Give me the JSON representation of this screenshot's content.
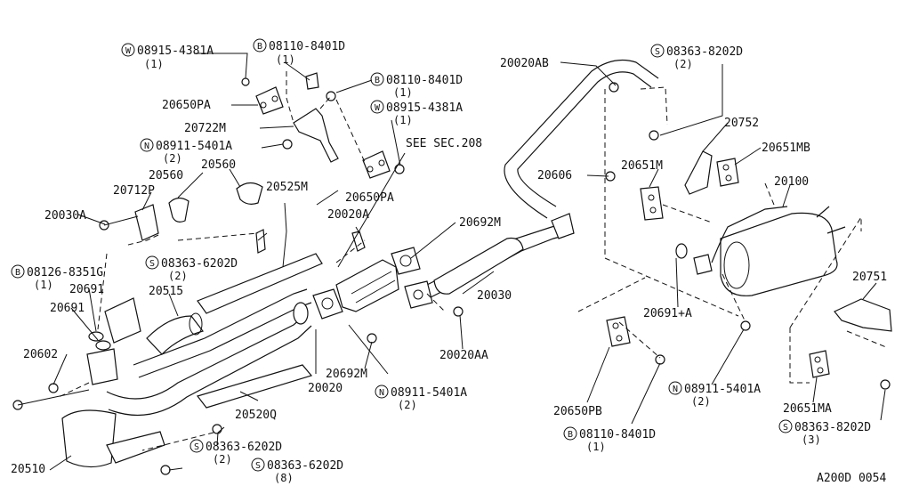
{
  "labels": {
    "l01": {
      "prefix": "W",
      "text": "08915-4381A",
      "qty": "(1)"
    },
    "l02": {
      "prefix": "B",
      "text": "08110-8401D",
      "qty": "(1)"
    },
    "l03": {
      "prefix": "B",
      "text": "08110-8401D",
      "qty": "(1)"
    },
    "l04": {
      "prefix": "W",
      "text": "08915-4381A",
      "qty": "(1)"
    },
    "l05": {
      "prefix": "N",
      "text": "08911-5401A",
      "qty": "(2)"
    },
    "l06": {
      "prefix": "S",
      "text": "08363-6202D",
      "qty": "(2)"
    },
    "l07": {
      "prefix": "B",
      "text": "08126-8351G",
      "qty": "(1)"
    },
    "l08": {
      "prefix": "S",
      "text": "08363-6202D",
      "qty": "(2)"
    },
    "l09": {
      "prefix": "S",
      "text": "08363-6202D",
      "qty": "(8)"
    },
    "l10": {
      "prefix": "N",
      "text": "08911-5401A",
      "qty": "(2)"
    },
    "l11": {
      "prefix": "S",
      "text": "08363-8202D",
      "qty": "(2)"
    },
    "l12": {
      "prefix": "N",
      "text": "08911-5401A",
      "qty": "(2)"
    },
    "l13": {
      "prefix": "B",
      "text": "08110-8401D",
      "qty": "(1)"
    },
    "l14": {
      "prefix": "S",
      "text": "08363-8202D",
      "qty": "(3)"
    }
  },
  "parts": {
    "p20650PA_a": "20650PA",
    "p20722M": "20722M",
    "p20560_a": "20560",
    "p20560_b": "20560",
    "p20712P": "20712P",
    "p20030A": "20030A",
    "p20691_a": "20691",
    "p20691_b": "20691",
    "p20515": "20515",
    "p20602": "20602",
    "p20510": "20510",
    "p20525M": "20525M",
    "p20650PA_b": "20650PA",
    "p20020A": "20020A",
    "p_seesec": "SEE SEC.208",
    "p20692M_a": "20692M",
    "p20692M_b": "20692M",
    "p20030": "20030",
    "p20020AA": "20020AA",
    "p20020": "20020",
    "p20520Q": "20520Q",
    "p20020AB": "20020AB",
    "p20752": "20752",
    "p20651MB": "20651MB",
    "p20606": "20606",
    "p20651M": "20651M",
    "p20100": "20100",
    "p20691A": "20691+A",
    "p20751": "20751",
    "p20650PB": "20650PB",
    "p20651MA": "20651MA"
  },
  "diagram_code": "A200D 0054"
}
